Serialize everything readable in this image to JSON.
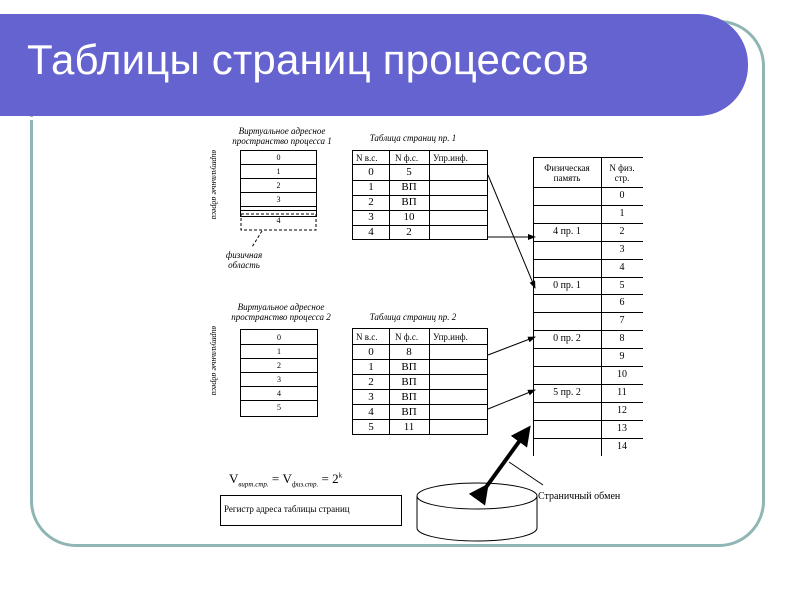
{
  "slide": {
    "title": "Таблицы страниц процессов"
  },
  "process1": {
    "vas_caption": "Виртуальное адресное\nпространство процесса 1",
    "vas_side_label": "виртуальные адреса",
    "vas_pages": [
      "0",
      "1",
      "2",
      "3",
      "4"
    ],
    "swap_label": "физичная\nобласть",
    "pt_caption": "Таблица страниц пр. 1",
    "pt_headers": [
      "N в.с.",
      "N ф.с.",
      "Упр.инф."
    ],
    "pt_rows": [
      [
        "0",
        "5"
      ],
      [
        "1",
        "ВП"
      ],
      [
        "2",
        "ВП"
      ],
      [
        "3",
        "10"
      ],
      [
        "4",
        "2"
      ]
    ]
  },
  "process2": {
    "vas_caption": "Виртуальное адресное\nпространство процесса 2",
    "vas_side_label": "виртуальные адреса",
    "vas_pages": [
      "0",
      "1",
      "2",
      "3",
      "4",
      "5"
    ],
    "pt_caption": "Таблица страниц пр. 2",
    "pt_headers": [
      "N в.с.",
      "N ф.с.",
      "Упр.инф."
    ],
    "pt_rows": [
      [
        "0",
        "8"
      ],
      [
        "1",
        "ВП"
      ],
      [
        "2",
        "ВП"
      ],
      [
        "3",
        "ВП"
      ],
      [
        "4",
        "ВП"
      ],
      [
        "5",
        "11"
      ]
    ]
  },
  "physical_memory": {
    "header_left": "Физическая\nпамять",
    "header_right": "N физ.\nстр.",
    "frames": [
      "0",
      "1",
      "2",
      "3",
      "4",
      "5",
      "6",
      "7",
      "8",
      "9",
      "10",
      "11",
      "12",
      "13",
      "14"
    ],
    "contents": [
      {
        "frame": 2,
        "label": "4 пр. 1"
      },
      {
        "frame": 5,
        "label": "0 пр. 1"
      },
      {
        "frame": 8,
        "label": "0 пр. 2"
      },
      {
        "frame": 11,
        "label": "5 пр. 2"
      }
    ]
  },
  "formula": {
    "v": "V",
    "sub1": "вирт.стр.",
    "eq": " = ",
    "sub2": "физ.стр.",
    "rhs": " = 2",
    "exp": "k"
  },
  "register_label": "Регистр адреса таблицы страниц",
  "swap_label": "Страничный обмен"
}
